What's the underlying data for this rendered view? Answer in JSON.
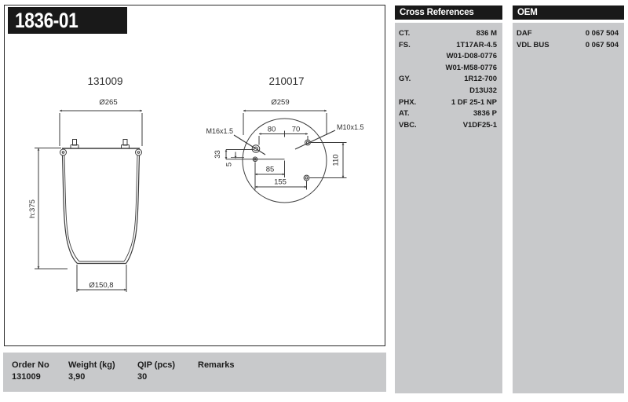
{
  "header": {
    "part_number": "1836-01"
  },
  "drawing": {
    "left_view": {
      "title": "131009",
      "dim_top": "Ø265",
      "dim_height": "h:375",
      "dim_bottom": "Ø150,8"
    },
    "right_view": {
      "title": "210017",
      "dim_diameter": "Ø259",
      "dim_80": "80",
      "dim_70": "70",
      "dim_33": "33",
      "dim_5": "5",
      "dim_85": "85",
      "dim_155": "155",
      "dim_110": "110",
      "label_m16": "M16x1.5",
      "label_m10": "M10x1.5"
    }
  },
  "cross_references": {
    "title": "Cross References",
    "rows": [
      {
        "label": "CT.",
        "value": "836 M"
      },
      {
        "label": "FS.",
        "value": "1T17AR-4.5"
      },
      {
        "label": "",
        "value": "W01-D08-0776"
      },
      {
        "label": "",
        "value": "W01-M58-0776"
      },
      {
        "label": "GY.",
        "value": "1R12-700"
      },
      {
        "label": "",
        "value": "D13U32"
      },
      {
        "label": "PHX.",
        "value": "1 DF 25-1 NP"
      },
      {
        "label": "AT.",
        "value": "3836 P"
      },
      {
        "label": "VBC.",
        "value": "V1DF25-1"
      }
    ]
  },
  "oem": {
    "title": "OEM",
    "rows": [
      {
        "label": "DAF",
        "value": "0 067 504"
      },
      {
        "label": "VDL BUS",
        "value": "0 067 504"
      }
    ]
  },
  "order_table": {
    "headers": [
      "Order No",
      "Weight (kg)",
      "QIP (pcs)",
      "Remarks"
    ],
    "row": {
      "order_no": "131009",
      "weight": "3,90",
      "qip": "30",
      "remarks": ""
    }
  },
  "colors": {
    "panel_header_bg": "#191919",
    "panel_body_bg": "#c8c9cb",
    "line": "#3b3b3b",
    "text": "#1b1b1b"
  }
}
